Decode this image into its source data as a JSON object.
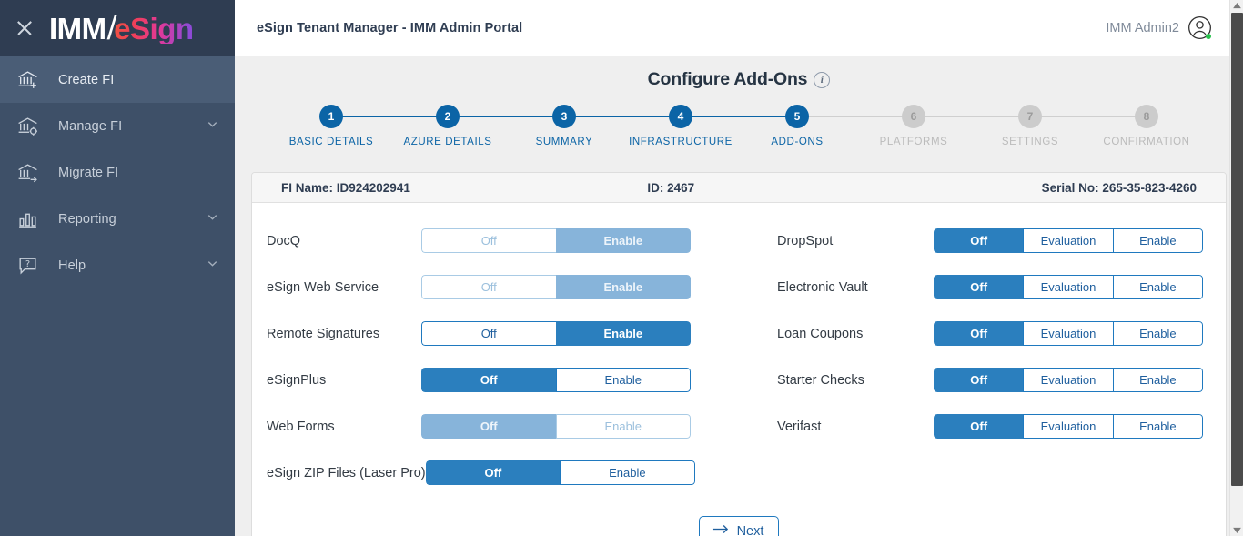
{
  "brand": {
    "close_icon": "close-icon",
    "logo_imm": "IMM",
    "logo_slash": "/",
    "logo_esign": "eSign"
  },
  "sidebar": {
    "items": [
      {
        "label": "Create FI",
        "icon": "bank-add-icon",
        "active": true,
        "has_chevron": false
      },
      {
        "label": "Manage FI",
        "icon": "bank-settings-icon",
        "active": false,
        "has_chevron": true
      },
      {
        "label": "Migrate FI",
        "icon": "bank-arrow-icon",
        "active": false,
        "has_chevron": false
      },
      {
        "label": "Reporting",
        "icon": "bar-chart-icon",
        "active": false,
        "has_chevron": true
      },
      {
        "label": "Help",
        "icon": "help-question-icon",
        "active": false,
        "has_chevron": true
      }
    ]
  },
  "topbar": {
    "title": "eSign Tenant Manager - IMM Admin Portal",
    "user_name": "IMM Admin2",
    "avatar_icon": "user-avatar-icon",
    "status_color": "#27c24c"
  },
  "page": {
    "title": "Configure Add-Ons",
    "info_icon": "info-icon",
    "info_glyph": "i"
  },
  "stepper": {
    "steps": [
      {
        "number": "1",
        "label": "BASIC DETAILS",
        "state": "done"
      },
      {
        "number": "2",
        "label": "AZURE DETAILS",
        "state": "done"
      },
      {
        "number": "3",
        "label": "SUMMARY",
        "state": "done"
      },
      {
        "number": "4",
        "label": "INFRASTRUCTURE",
        "state": "done"
      },
      {
        "number": "5",
        "label": "ADD-ONS",
        "state": "current"
      },
      {
        "number": "6",
        "label": "PLATFORMS",
        "state": "todo"
      },
      {
        "number": "7",
        "label": "SETTINGS",
        "state": "todo"
      },
      {
        "number": "8",
        "label": "CONFIRMATION",
        "state": "todo"
      }
    ],
    "active_color": "#0b64a6",
    "inactive_color": "#cccccc"
  },
  "fi_bar": {
    "fi_name": "FI Name: ID924202941",
    "fi_id": "ID: 2467",
    "serial_no": "Serial No: 265-35-823-4260"
  },
  "addons": {
    "left": [
      {
        "label": "DocQ",
        "options": [
          "Off",
          "Enable"
        ],
        "selected": "Enable",
        "disabled": true
      },
      {
        "label": "eSign Web Service",
        "options": [
          "Off",
          "Enable"
        ],
        "selected": "Enable",
        "disabled": true
      },
      {
        "label": "Remote Signatures",
        "options": [
          "Off",
          "Enable"
        ],
        "selected": "Enable",
        "disabled": false
      },
      {
        "label": "eSignPlus",
        "options": [
          "Off",
          "Enable"
        ],
        "selected": "Off",
        "disabled": false
      },
      {
        "label": "Web Forms",
        "options": [
          "Off",
          "Enable"
        ],
        "selected": "Off",
        "disabled": true
      },
      {
        "label": "eSign ZIP Files (Laser Pro)",
        "options": [
          "Off",
          "Enable"
        ],
        "selected": "Off",
        "disabled": false
      }
    ],
    "right": [
      {
        "label": "DropSpot",
        "options": [
          "Off",
          "Evaluation",
          "Enable"
        ],
        "selected": "Off",
        "disabled": false
      },
      {
        "label": "Electronic Vault",
        "options": [
          "Off",
          "Evaluation",
          "Enable"
        ],
        "selected": "Off",
        "disabled": false
      },
      {
        "label": "Loan Coupons",
        "options": [
          "Off",
          "Evaluation",
          "Enable"
        ],
        "selected": "Off",
        "disabled": false
      },
      {
        "label": "Starter Checks",
        "options": [
          "Off",
          "Evaluation",
          "Enable"
        ],
        "selected": "Off",
        "disabled": false
      },
      {
        "label": "Verifast",
        "options": [
          "Off",
          "Evaluation",
          "Enable"
        ],
        "selected": "Off",
        "disabled": false
      }
    ]
  },
  "footer": {
    "next_label": "Next",
    "next_icon": "arrow-right-icon"
  },
  "colors": {
    "sidebar_bg": "#3e5068",
    "sidebar_brand_bg": "#2f3d52",
    "sidebar_active_bg": "#4a5d76",
    "accent_blue": "#0b64a6",
    "segment_selected": "#2b7fbe",
    "segment_disabled_selected": "#87b4da",
    "page_bg": "#efefef"
  }
}
